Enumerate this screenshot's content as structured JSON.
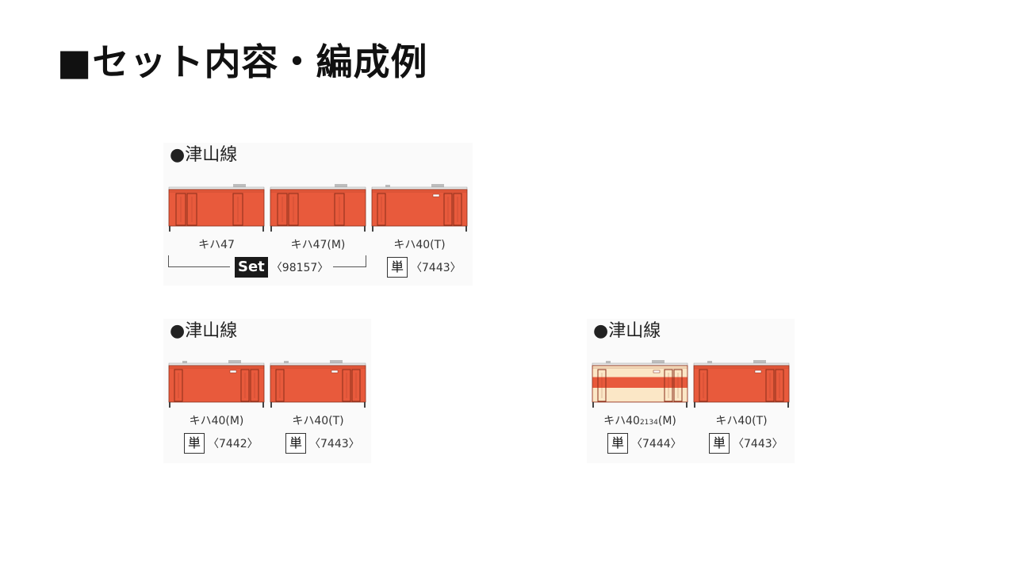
{
  "page_title": "■セット内容・編成例",
  "colors": {
    "body_orange": "#e85a3c",
    "cream": "#fbe7c6",
    "roof_grey": "#bdbdbd",
    "outline": "#8a2e1a"
  },
  "sections": [
    {
      "title": "●津山線",
      "cars": [
        {
          "model": "キハ47",
          "suffix": "",
          "livery": "orange",
          "variant": "47"
        },
        {
          "model": "キハ47(M)",
          "suffix": "",
          "livery": "orange",
          "variant": "47"
        },
        {
          "model": "キハ40(T)",
          "suffix": "",
          "livery": "orange",
          "variant": "40"
        }
      ],
      "set_label": "Set",
      "set_number": "〈98157〉",
      "single_label": "単",
      "single_number": "〈7443〉"
    },
    {
      "title": "●津山線",
      "cars": [
        {
          "model": "キハ40(M)",
          "suffix": "",
          "livery": "orange",
          "variant": "40"
        },
        {
          "model": "キハ40(T)",
          "suffix": "",
          "livery": "orange",
          "variant": "40"
        }
      ],
      "tags": [
        {
          "label": "単",
          "number": "〈7442〉"
        },
        {
          "label": "単",
          "number": "〈7443〉"
        }
      ]
    },
    {
      "title": "●津山線",
      "cars": [
        {
          "model": "キハ40",
          "sub": "2134",
          "model_tail": "(M)",
          "livery": "cream",
          "variant": "40"
        },
        {
          "model": "キハ40(T)",
          "suffix": "",
          "livery": "orange",
          "variant": "40"
        }
      ],
      "tags": [
        {
          "label": "単",
          "number": "〈7444〉"
        },
        {
          "label": "単",
          "number": "〈7443〉"
        }
      ]
    }
  ]
}
